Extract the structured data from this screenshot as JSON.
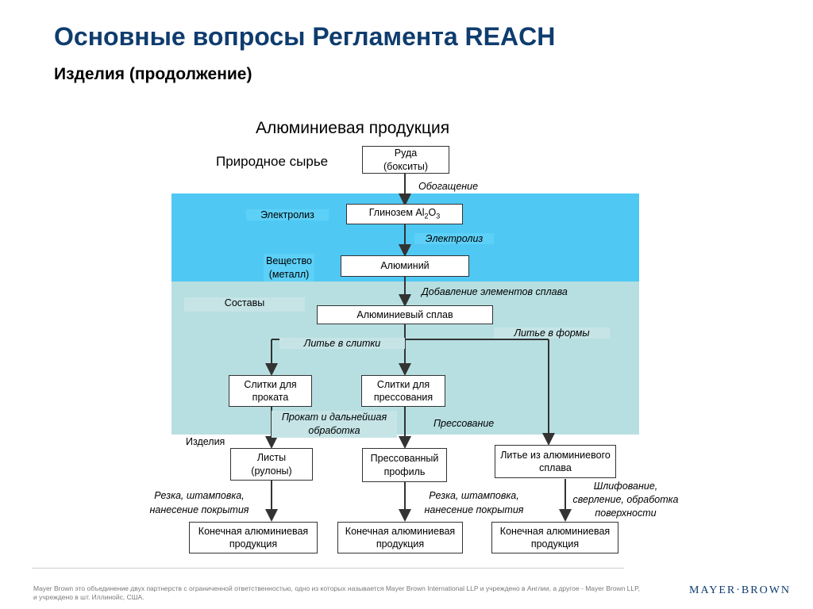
{
  "title": "Основные вопросы Регламента REACH",
  "subtitle": "Изделия (продолжение)",
  "diagram": {
    "heading": "Алюминиевая продукция",
    "natural_raw": "Природное сырье",
    "ore": [
      "Руда",
      "(бокситы)"
    ],
    "enrichment": "Обогащение",
    "electrolysis_zone": "Электролиз",
    "alumina_prefix": "Глинозем Al",
    "alumina_sub1": "2",
    "alumina_mid": "O",
    "alumina_sub2": "3",
    "electrolysis_step": "Электролиз",
    "substance_zone": [
      "Вещество",
      "(металл)"
    ],
    "aluminium": "Алюминий",
    "alloying": "Добавление элементов сплава",
    "compositions_zone": "Составы",
    "alloy": "Алюминиевый сплав",
    "casting_ingots": "Литье в слитки",
    "casting_forms": "Литье в формы",
    "ingot_rolling": [
      "Слитки для",
      "проката"
    ],
    "ingot_pressing": [
      "Слитки для",
      "прессования"
    ],
    "rolling_processing": [
      "Прокат и дальнейшая",
      "обработка"
    ],
    "pressing": "Прессование",
    "articles_zone": "Изделия",
    "sheets": [
      "Листы",
      "(рулоны)"
    ],
    "profile": [
      "Прессованный",
      "профиль"
    ],
    "cast_alloy": [
      "Литье из алюминиевого",
      "сплава"
    ],
    "cutting_left": [
      "Резка, штамповка,",
      "нанесение покрытия"
    ],
    "cutting_mid": [
      "Резка, штамповка,",
      "нанесение покрытия"
    ],
    "grinding": [
      "Шлифование,",
      "сверление, обработка",
      "поверхности"
    ],
    "final_left": [
      "Конечная алюминиевая",
      "продукция"
    ],
    "final_mid": [
      "Конечная алюминиевая",
      "продукция"
    ],
    "final_right": [
      "Конечная алюминиевая",
      "продукция"
    ]
  },
  "colors": {
    "title": "#0f3c6e",
    "band_electrolysis": "#4fc8f4",
    "band_compositions": "#b7dfe1"
  },
  "footer": {
    "disclaimer": "Mayer Brown это объединение двух партнерств с ограниченной ответственностью, одно из которых называется Mayer Brown International LLP и учреждено в Англии, а другое - Mayer Brown LLP, и учреждено в шт. Иллинойс, США.",
    "logo": "MAYER·BROWN"
  }
}
